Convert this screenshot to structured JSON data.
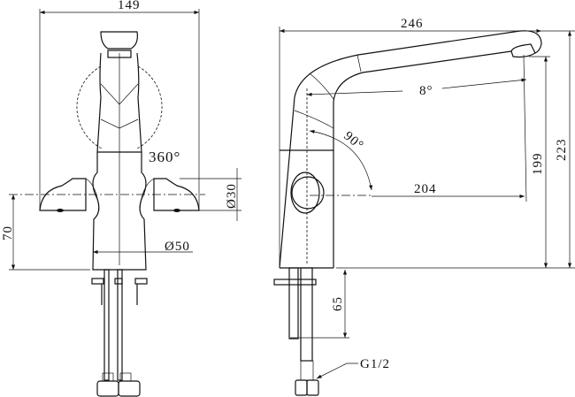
{
  "front_view": {
    "width_dim": "149",
    "rotation_label": "360°",
    "handle_diameter": "Ø30",
    "base_diameter": "Ø50",
    "handle_height": "70"
  },
  "side_view": {
    "reach_total": "246",
    "spout_angle": "8°",
    "lever_angle": "90°",
    "spout_reach": "204",
    "outlet_height": "199",
    "total_height": "223",
    "shank_length": "65",
    "thread_label": "G1/2"
  }
}
